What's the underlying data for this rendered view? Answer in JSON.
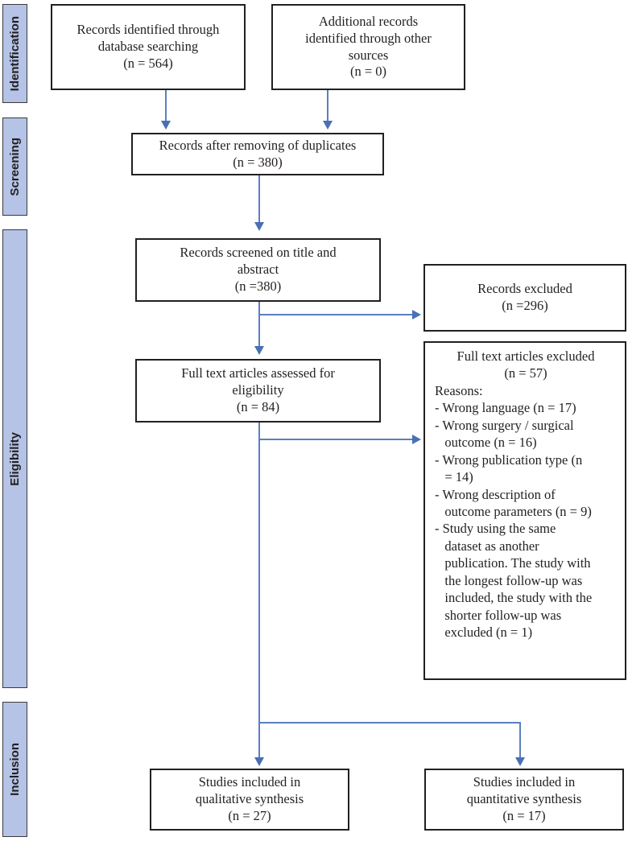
{
  "diagram": {
    "title": "PRISMA study selection flow diagram",
    "accent_color": "#5b7fc0",
    "stage_bar_color": "#b4c3e6",
    "box_border_color": "#231f20"
  },
  "stages": [
    {
      "id": "identification",
      "label": "Identification"
    },
    {
      "id": "screening",
      "label": "Screening"
    },
    {
      "id": "eligibility",
      "label": "Eligibility"
    },
    {
      "id": "inclusion",
      "label": "Inclusion"
    }
  ],
  "boxes": {
    "records_identified": {
      "line1": "Records identified through",
      "line2": "database searching",
      "line3": "(n = 564)",
      "count": 564
    },
    "additional_records": {
      "line1": "Additional records",
      "line2": "identified through other",
      "line3": "sources",
      "line4": "(n = 0)",
      "count": 0
    },
    "after_duplicates": {
      "line1": "Records after removing of duplicates",
      "line2": "(n = 380)",
      "count": 380
    },
    "records_screened": {
      "line1": "Records screened on title and",
      "line2": "abstract",
      "line3": "(n =380)",
      "count": 380
    },
    "records_excluded": {
      "line1": "Records excluded",
      "line2": "(n =296)",
      "count": 296
    },
    "fulltext_assessed": {
      "line1": "Full text articles assessed for",
      "line2": "eligibility",
      "line3": "(n = 84)",
      "count": 84
    },
    "fulltext_excluded": {
      "heading": "Full text articles excluded\n(n = 57)",
      "body": "Reasons:\n- Wrong language (n = 17)\n- Wrong surgery / surgical\n   outcome (n = 16)\n- Wrong publication type (n\n   = 14)\n- Wrong description of\n   outcome parameters (n = 9)\n- Study using the same\n   dataset as another\n   publication. The study with\n   the longest follow-up was\n   included, the study with the\n   shorter follow-up was\n   excluded (n = 1)",
      "count": 57,
      "reasons": [
        {
          "text": "Wrong language",
          "n": 17
        },
        {
          "text": "Wrong surgery / surgical outcome",
          "n": 16
        },
        {
          "text": "Wrong publication type",
          "n": 14
        },
        {
          "text": "Wrong description of outcome parameters",
          "n": 9
        },
        {
          "text": "Study using the same dataset as another publication. The study with the longest follow-up was included, the study with the shorter follow-up was excluded",
          "n": 1
        }
      ]
    },
    "qualitative": {
      "line1": "Studies included in",
      "line2": "qualitative synthesis",
      "line3": "(n = 27)",
      "count": 27
    },
    "quantitative": {
      "line1": "Studies included in",
      "line2": "quantitative synthesis",
      "line3": "(n = 17)",
      "count": 17
    }
  }
}
